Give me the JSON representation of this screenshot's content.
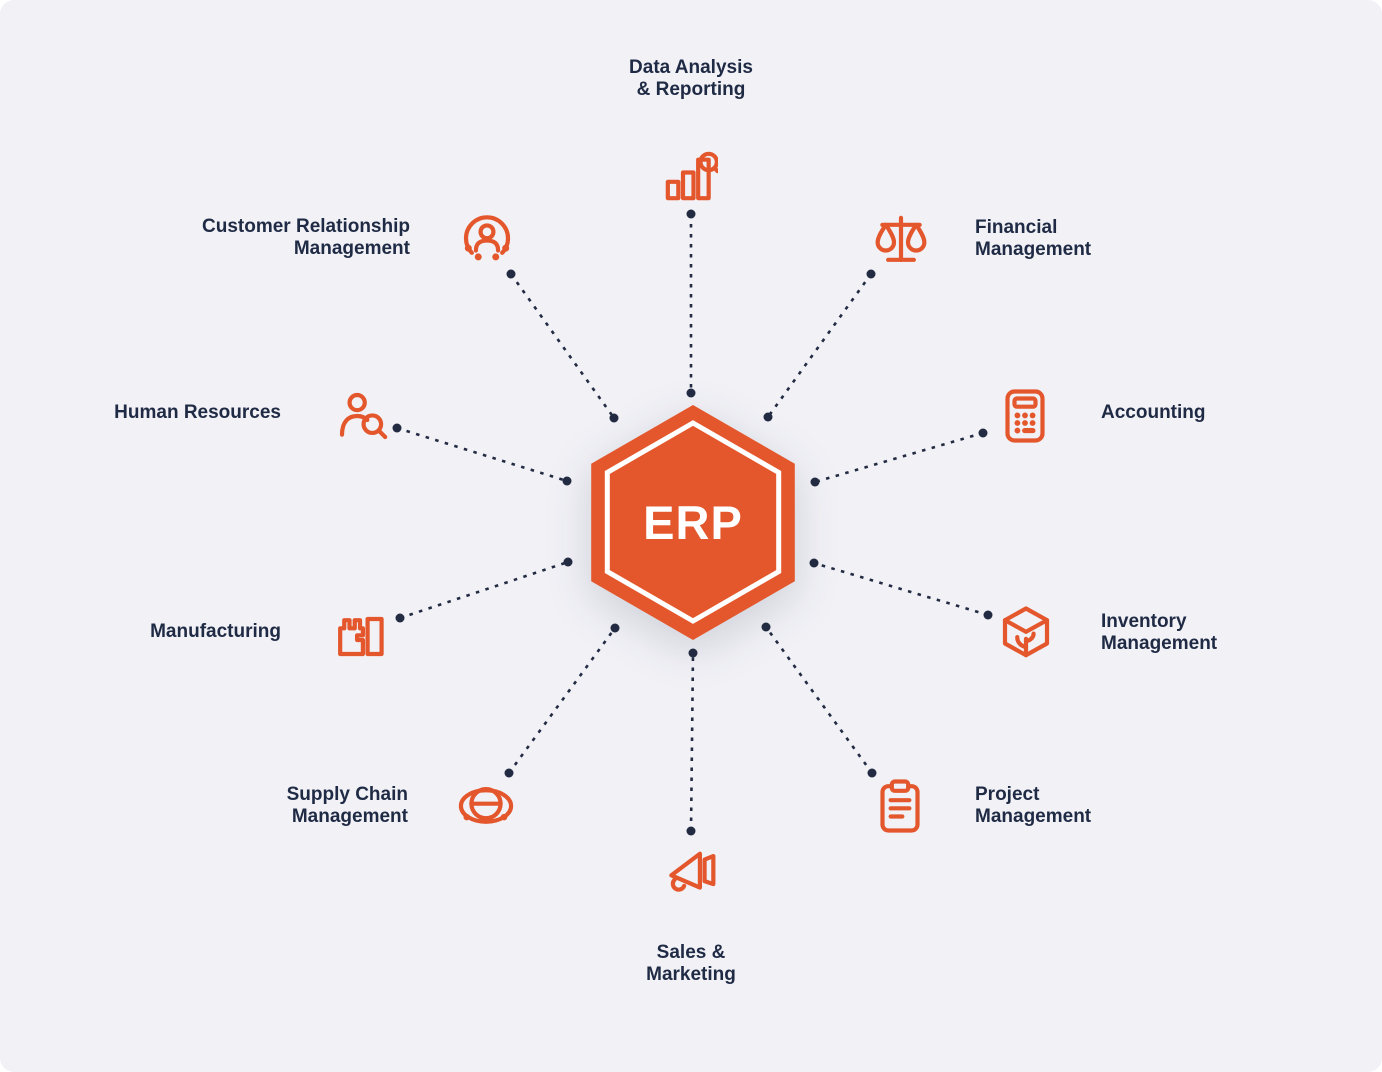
{
  "diagram_title": "ERP modules diagram",
  "colors": {
    "background": "#F1F1F6",
    "accent": "#E4572C",
    "text": "#1F2A44",
    "connector": "#222B42",
    "hexagon_fill": "#E4572C",
    "hexagon_inner_outline": "#FFFFFF",
    "center_label_color": "#FFFFFF"
  },
  "center": {
    "label": "ERP"
  },
  "nodes": [
    {
      "label": "Data Analysis\n& Reporting",
      "icon": "bar-chart-magnifier-icon",
      "position": "top"
    },
    {
      "label": "Financial\nManagement",
      "icon": "balance-scale-icon",
      "position": "upper-right"
    },
    {
      "label": "Accounting",
      "icon": "calculator-icon",
      "position": "right-upper"
    },
    {
      "label": "Inventory\nManagement",
      "icon": "cube-plant-icon",
      "position": "right-lower"
    },
    {
      "label": "Project\nManagement",
      "icon": "clipboard-icon",
      "position": "lower-right"
    },
    {
      "label": "Sales &\nMarketing",
      "icon": "megaphone-icon",
      "position": "bottom"
    },
    {
      "label": "Supply Chain\nManagement",
      "icon": "globe-orbit-icon",
      "position": "lower-left"
    },
    {
      "label": "Manufacturing",
      "icon": "factory-icon",
      "position": "left-lower"
    },
    {
      "label": "Human Resources",
      "icon": "person-search-icon",
      "position": "left-upper"
    },
    {
      "label": "Customer Relationship\nManagement",
      "icon": "people-circle-icon",
      "position": "upper-left"
    }
  ]
}
